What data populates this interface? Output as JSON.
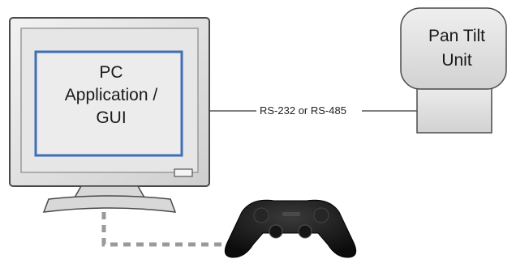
{
  "diagram": {
    "pc": {
      "screen_lines": [
        "PC",
        "Application /",
        "GUI"
      ]
    },
    "pan_tilt_unit": {
      "lines": [
        "Pan Tilt",
        "Unit"
      ]
    },
    "connection": {
      "label": "RS-232 or RS-485"
    },
    "colors": {
      "monitor_bezel": "#dcdcdc",
      "monitor_outline": "#4a4a4a",
      "screen_border": "#3f6fb5",
      "screen_fill": "#ececec",
      "ptu_fill": "#dedede",
      "controller_line": "#9a9a9a",
      "gamepad": "#1b1b1b"
    },
    "icons": [
      "monitor-icon",
      "gamepad-icon"
    ]
  }
}
